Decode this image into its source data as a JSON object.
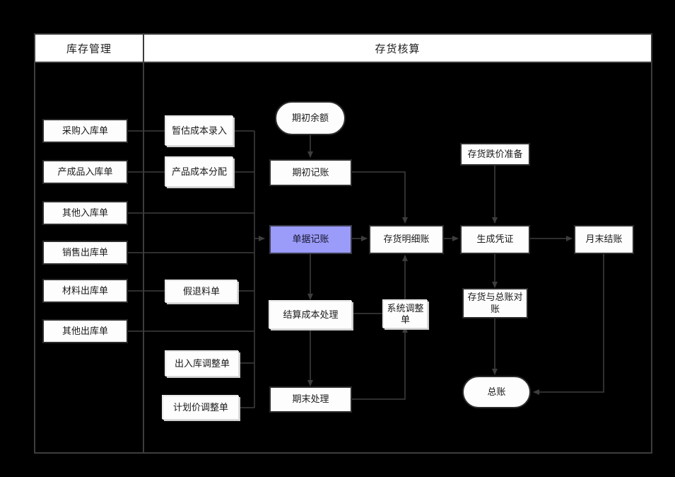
{
  "diagram": {
    "title_left": "库存管理",
    "title_right": "存货核算",
    "accent_color": "#9b9bfa",
    "line_color": "#3d3d3d",
    "background": "#000000",
    "columns": [
      {
        "name": "inventory-management",
        "label": "库存管理"
      },
      {
        "name": "inventory-accounting",
        "label": "存货核算"
      }
    ],
    "source_documents": [
      {
        "id": "purchase-in",
        "label": "采购入库单"
      },
      {
        "id": "finished-goods-in",
        "label": "产成品入库单"
      },
      {
        "id": "other-in",
        "label": "其他入库单"
      },
      {
        "id": "sales-out",
        "label": "销售出库单"
      },
      {
        "id": "material-out",
        "label": "材料出库单"
      },
      {
        "id": "other-out",
        "label": "其他出库单"
      }
    ],
    "adjustment_documents": [
      {
        "id": "estimated-cost-entry",
        "label": "暂估成本录入"
      },
      {
        "id": "product-cost-allocation",
        "label": "产品成本分配"
      },
      {
        "id": "false-return-material",
        "label": "假退料单"
      },
      {
        "id": "in-out-adjustment",
        "label": "出入库调整单"
      },
      {
        "id": "planned-price-adjustment",
        "label": "计划价调整单"
      }
    ],
    "process_nodes": [
      {
        "id": "opening-balance",
        "label": "期初余额",
        "shape": "stadium"
      },
      {
        "id": "opening-posting",
        "label": "期初记账",
        "shape": "rect"
      },
      {
        "id": "document-posting",
        "label": "单据记账",
        "shape": "rect",
        "highlighted": true
      },
      {
        "id": "inventory-detail-ledger",
        "label": "存货明细账",
        "shape": "rect"
      },
      {
        "id": "settlement-cost-processing",
        "label": "结算成本处理",
        "shape": "soft"
      },
      {
        "id": "system-adjustment-doc",
        "label": "系统调整单",
        "shape": "soft"
      },
      {
        "id": "period-end-processing",
        "label": "期末处理",
        "shape": "rect"
      },
      {
        "id": "inventory-impairment",
        "label": "存货跌价准备",
        "shape": "rect"
      },
      {
        "id": "generate-voucher",
        "label": "生成凭证",
        "shape": "rect"
      },
      {
        "id": "month-end-closing",
        "label": "月末结账",
        "shape": "rect"
      },
      {
        "id": "inventory-gl-reconciliation",
        "label": "存货与总账对账",
        "shape": "rect"
      },
      {
        "id": "general-ledger",
        "label": "总账",
        "shape": "stadium"
      }
    ],
    "connections": [
      {
        "from": "purchase-in",
        "to": "estimated-cost-entry"
      },
      {
        "from": "finished-goods-in",
        "to": "product-cost-allocation"
      },
      {
        "from": "material-out",
        "to": "false-return-material"
      },
      {
        "from": "source-bus",
        "to": "document-posting",
        "arrow": true
      },
      {
        "from": "opening-balance",
        "to": "opening-posting",
        "arrow": true
      },
      {
        "from": "opening-posting",
        "to": "inventory-detail-ledger",
        "arrow": true
      },
      {
        "from": "document-posting",
        "to": "inventory-detail-ledger",
        "arrow": true
      },
      {
        "from": "document-posting",
        "to": "settlement-cost-processing",
        "arrow": true
      },
      {
        "from": "settlement-cost-processing",
        "to": "system-adjustment-doc"
      },
      {
        "from": "settlement-cost-processing",
        "to": "period-end-processing",
        "arrow": true
      },
      {
        "from": "period-end-processing",
        "to": "system-adjustment-doc"
      },
      {
        "from": "system-adjustment-doc",
        "to": "inventory-detail-ledger",
        "arrow": true
      },
      {
        "from": "inventory-detail-ledger",
        "to": "generate-voucher",
        "arrow": true
      },
      {
        "from": "inventory-impairment",
        "to": "generate-voucher",
        "arrow": true
      },
      {
        "from": "generate-voucher",
        "to": "month-end-closing",
        "arrow": true
      },
      {
        "from": "generate-voucher",
        "to": "inventory-gl-reconciliation",
        "arrow": true
      },
      {
        "from": "inventory-gl-reconciliation",
        "to": "general-ledger",
        "arrow": true
      },
      {
        "from": "month-end-closing",
        "to": "general-ledger",
        "arrow": true
      }
    ]
  }
}
